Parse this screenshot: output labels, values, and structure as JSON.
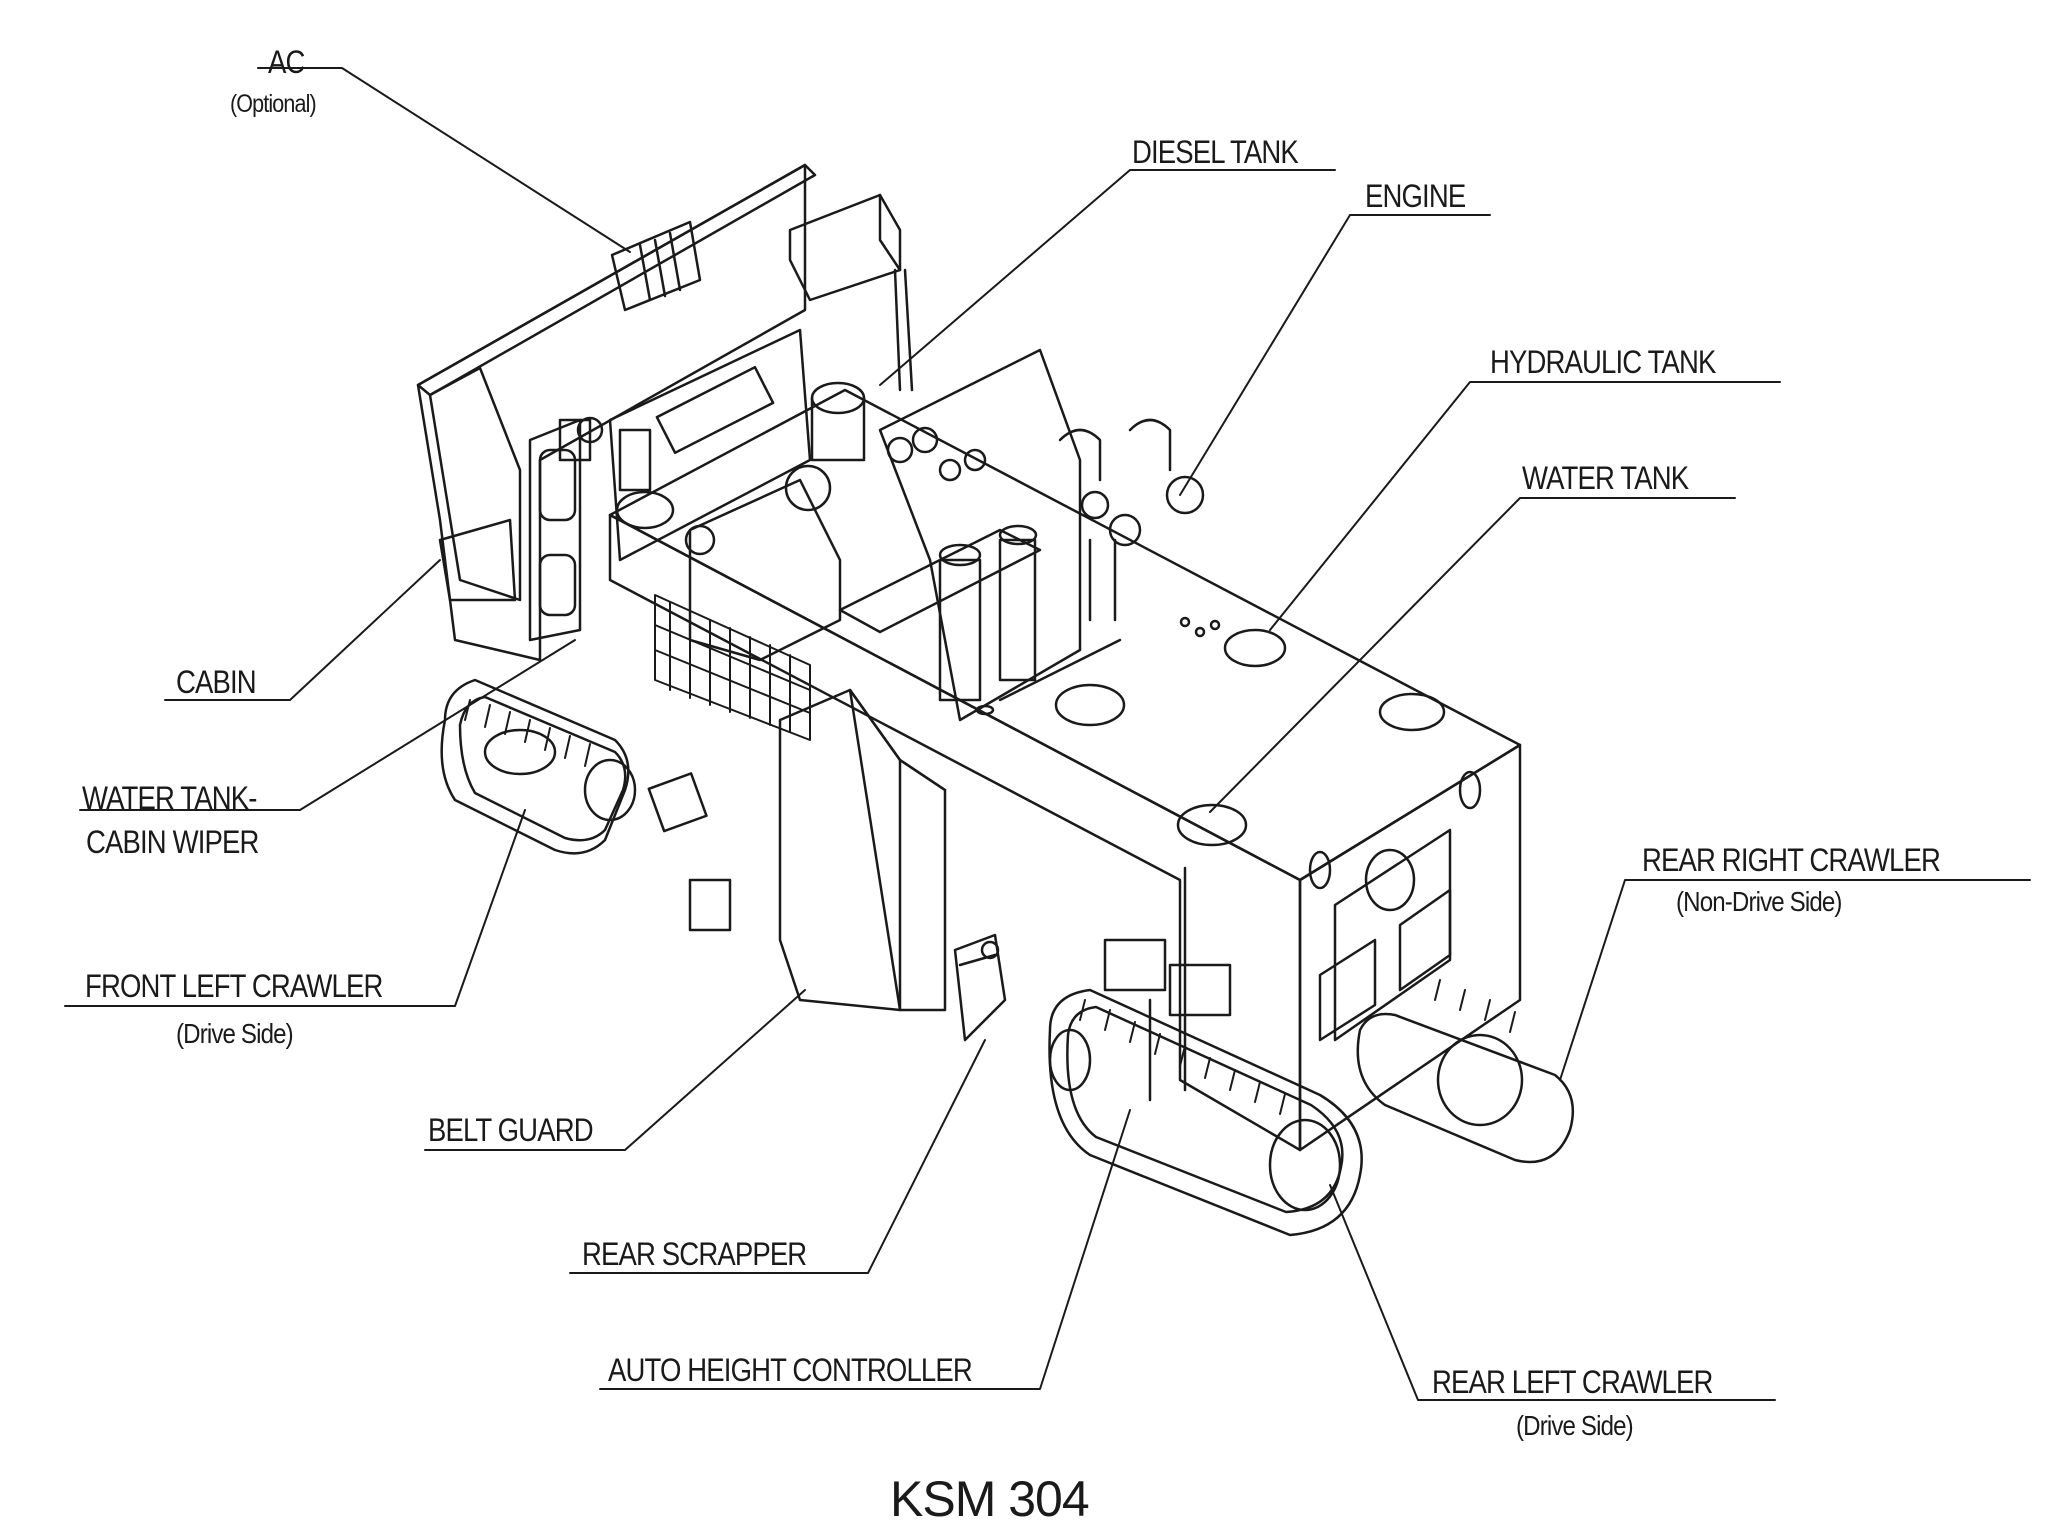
{
  "caption": "KSM 304",
  "labels": {
    "ac": "AC",
    "ac_note": "(Optional)",
    "diesel_tank": "DIESEL TANK",
    "engine": "ENGINE",
    "hydraulic_tank": "HYDRAULIC TANK",
    "water_tank": "WATER TANK",
    "cabin": "CABIN",
    "water_tank_wiper_1": "WATER TANK-",
    "water_tank_wiper_2": "CABIN WIPER",
    "rear_right_crawler": "REAR RIGHT CRAWLER",
    "rear_right_crawler_note": "(Non-Drive Side)",
    "front_left_crawler": "FRONT LEFT CRAWLER",
    "front_left_crawler_note": "(Drive Side)",
    "belt_guard": "BELT GUARD",
    "rear_scrapper": "REAR SCRAPPER",
    "auto_height_controller": "AUTO HEIGHT CONTROLLER",
    "rear_left_crawler": "REAR LEFT CRAWLER",
    "rear_left_crawler_note": "(Drive Side)"
  }
}
